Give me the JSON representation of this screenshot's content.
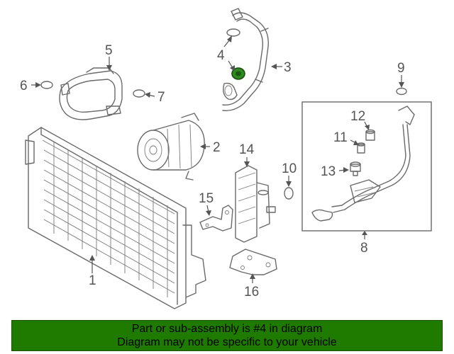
{
  "colors": {
    "banner_bg": "#1e7b00",
    "highlight_part": "#2e8b1c",
    "line_art": "#6a6a6a",
    "callout_text": "#555555"
  },
  "diagram": {
    "callouts": [
      {
        "id": "1",
        "label": "1"
      },
      {
        "id": "2",
        "label": "2"
      },
      {
        "id": "3",
        "label": "3"
      },
      {
        "id": "4",
        "label": "4"
      },
      {
        "id": "5",
        "label": "5"
      },
      {
        "id": "6",
        "label": "6"
      },
      {
        "id": "7",
        "label": "7"
      },
      {
        "id": "8",
        "label": "8"
      },
      {
        "id": "9",
        "label": "9"
      },
      {
        "id": "10",
        "label": "10"
      },
      {
        "id": "11",
        "label": "11"
      },
      {
        "id": "12",
        "label": "12"
      },
      {
        "id": "13",
        "label": "13"
      },
      {
        "id": "14",
        "label": "14"
      },
      {
        "id": "15",
        "label": "15"
      },
      {
        "id": "16",
        "label": "16"
      }
    ],
    "highlighted_part": "4"
  },
  "banner": {
    "line1": "Part or sub-assembly is #4 in diagram",
    "line2": "Diagram may not be specific to your vehicle"
  }
}
